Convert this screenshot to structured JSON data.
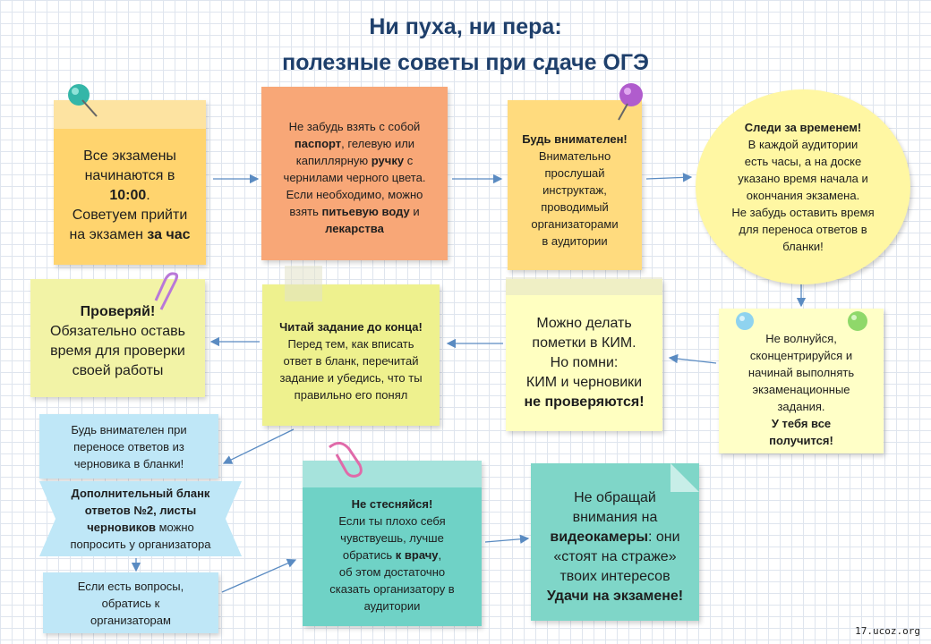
{
  "title_line1": "Ни пуха, ни пера:",
  "title_line2": "полезные советы при сдаче ОГЭ",
  "watermark": "17.ucoz.org",
  "colors": {
    "title": "#1e3f6b",
    "yellow_orange": "#ffd46e",
    "salmon": "#f8a777",
    "light_orange": "#ffdb7e",
    "circle_yellow": "#fff7a3",
    "yellow_green": "#f2f3a6",
    "lime": "#eef18e",
    "pale_yellow": "#ffffc7",
    "pale_yellow2": "#ffffc1",
    "light_blue": "#bfe7f7",
    "teal": "#6fd2c6",
    "aqua": "#7fd6c8",
    "arrows": "#5a8bc2"
  },
  "notes": {
    "exam_start": {
      "l1": "Все экзамены",
      "l2": "начинаются в",
      "time": "10:00",
      "l3": ".",
      "l4": "Советуем прийти",
      "l5": "на экзамен ",
      "l5b": "за час"
    },
    "documents": {
      "l1": "Не забудь взять с собой",
      "l2b": "паспорт",
      "l2": ", гелевую или",
      "l3": "капиллярную ",
      "l3b": "ручку",
      "l3c": " с",
      "l4": "чернилами черного цвета.",
      "l5": "Если необходимо, можно",
      "l6": "взять ",
      "l6b": "питьевую воду",
      "l6c": " и",
      "l7b": "лекарства"
    },
    "attentive": {
      "head": "Будь внимателен!",
      "l1": "Внимательно",
      "l2": "прослушай",
      "l3": "инструктаж,",
      "l4": "проводимый",
      "l5": "организаторами",
      "l6": "в аудитории"
    },
    "time": {
      "head": "Следи за временем!",
      "l1": "В каждой аудитории",
      "l2": "есть часы, а на доске",
      "l3": "указано время начала и",
      "l4": "окончания экзамена.",
      "l5": "Не забудь оставить время",
      "l6": "для переноса ответов в",
      "l7": "бланки!"
    },
    "calm": {
      "l1": "Не волнуйся,",
      "l2": "сконцентрируйся и",
      "l3": "начинай выполнять",
      "l4": "экзаменационные",
      "l5": "задания.",
      "b1": "У тебя все",
      "b2": "получится!"
    },
    "kim": {
      "l1": "Можно делать",
      "l2": "пометки в КИМ.",
      "l3": "Но помни:",
      "l4": "КИМ и черновики",
      "l5b": "не проверяются!"
    },
    "read_task": {
      "head": "Читай задание до конца!",
      "l1": "Перед тем, как вписать",
      "l2": "ответ в бланк, перечитай",
      "l3": "задание и убедись, что ты",
      "l4": "правильно его понял"
    },
    "check": {
      "head": "Проверяй!",
      "l1": "Обязательно оставь",
      "l2": "время для проверки",
      "l3": "своей работы"
    },
    "transfer": {
      "l1": "Будь внимателен при",
      "l2": "переносе ответов из",
      "l3": "черновика в бланки!"
    },
    "extra_blank": {
      "b1": "Дополнительный бланк",
      "b2": "ответов №2, листы",
      "b3": "черновиков",
      "l3": " можно",
      "l4": "попросить у организатора"
    },
    "questions": {
      "l1": "Если есть вопросы,",
      "l2": "обратись к",
      "l3": "организаторам"
    },
    "shy": {
      "head": "Не стесняйся!",
      "l1": "Если ты плохо себя",
      "l2": "чувствуешь, лучше",
      "l3": "обратись ",
      "l3b": "к врачу",
      "l3c": ",",
      "l4": "об этом достаточно",
      "l5": "сказать организатору в",
      "l6": "аудитории"
    },
    "cameras": {
      "l1": "Не обращай",
      "l2": "внимания на",
      "l3b": "видеокамеры",
      "l3": ": они",
      "l4": "«стоят на страже»",
      "l5": "твоих интересов",
      "l6b": "Удачи на экзамене!"
    }
  }
}
